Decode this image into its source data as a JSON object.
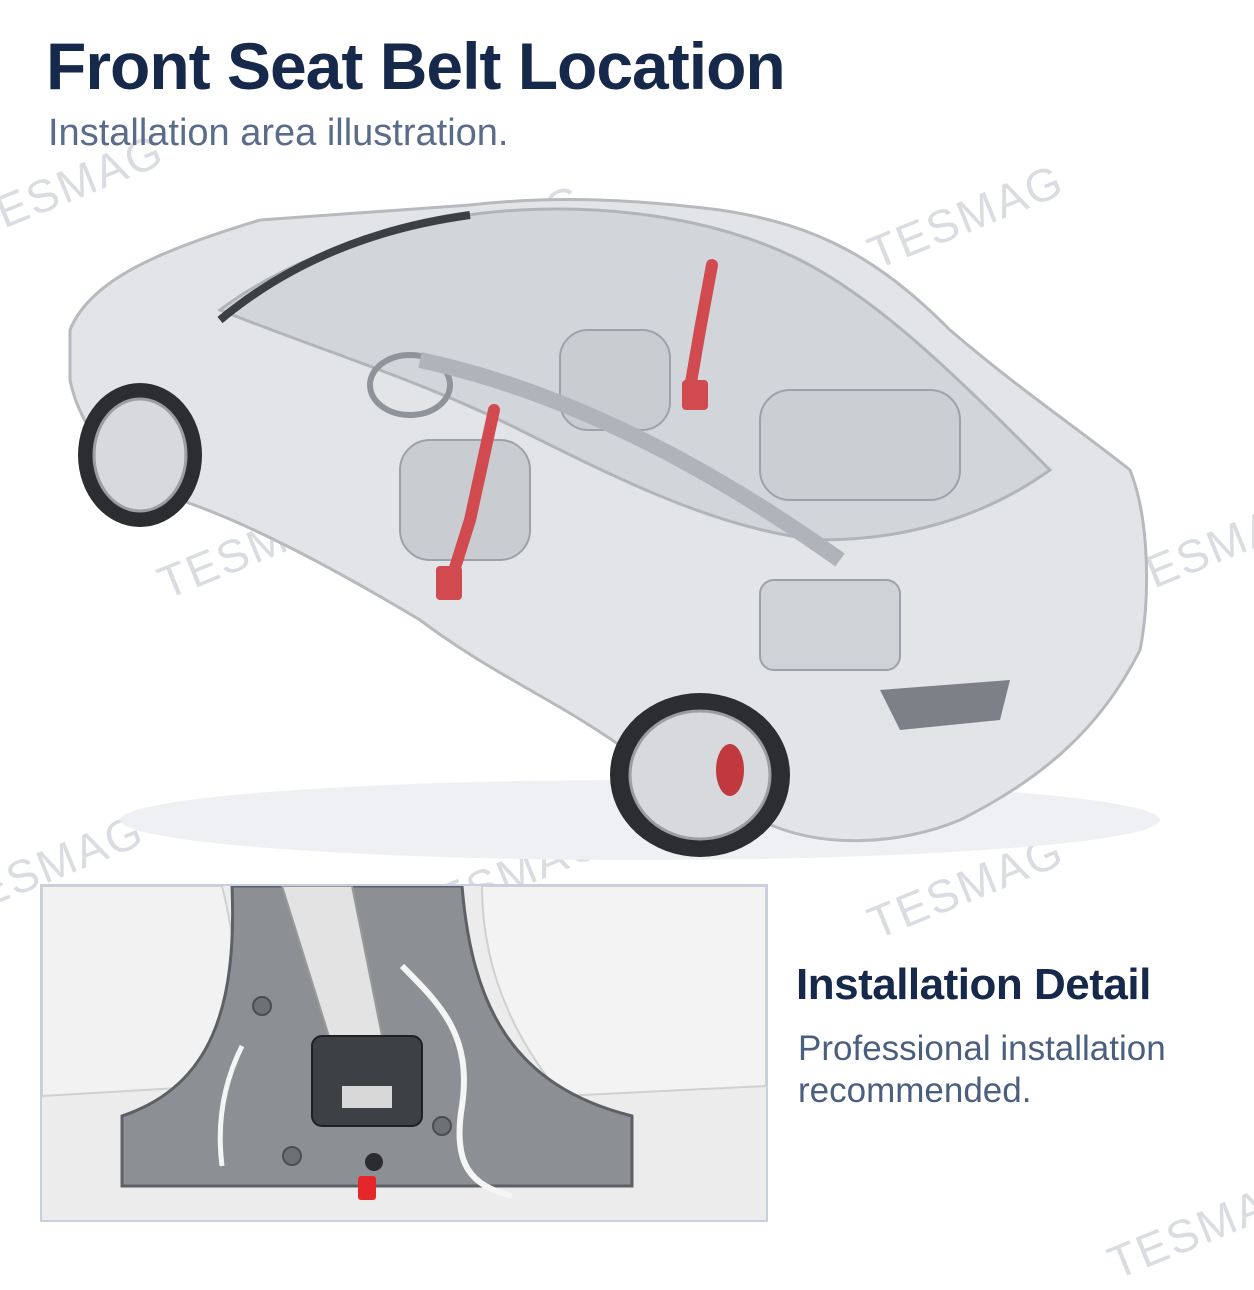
{
  "header": {
    "title": "Front Seat Belt Location",
    "subtitle": "Installation area illustration."
  },
  "detail": {
    "heading": "Installation Detail",
    "note": "Professional installation recommended."
  },
  "watermark": {
    "text": "TESMAG"
  },
  "colors": {
    "title": "#16294a",
    "subtitle": "#5b6c8a",
    "belt_highlight": "#d04a4f",
    "bolt_highlight": "#e5262b"
  }
}
